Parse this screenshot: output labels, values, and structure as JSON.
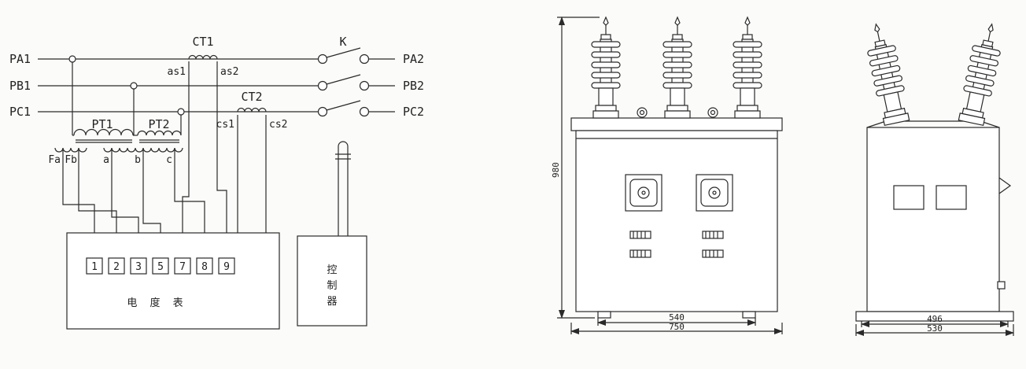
{
  "schematic": {
    "phases_in": [
      "PA1",
      "PB1",
      "PC1"
    ],
    "phases_out": [
      "PA2",
      "PB2",
      "PC2"
    ],
    "ct1_label": "CT1",
    "ct2_label": "CT2",
    "switch_label": "K",
    "ct1_terminals": [
      "as1",
      "as2"
    ],
    "ct2_terminals": [
      "cs1",
      "cs2"
    ],
    "pt_labels": [
      "PT1",
      "PT2"
    ],
    "pt_secondary_terminals": [
      "Fa",
      "Fb",
      "a",
      "b",
      "c"
    ],
    "meter": {
      "terminals": [
        "1",
        "2",
        "3",
        "5",
        "7",
        "8",
        "9"
      ],
      "label": "电 度 表"
    },
    "controller": {
      "chars": [
        "控",
        "制",
        "器"
      ]
    }
  },
  "front_view": {
    "dim_height": "980",
    "dim_width_inner": "540",
    "dim_width_outer": "750"
  },
  "side_view": {
    "dim_width_inner": "496",
    "dim_width_outer": "530"
  },
  "colors": {
    "line": "#2a2a2a",
    "background": "#fbfbf9"
  }
}
